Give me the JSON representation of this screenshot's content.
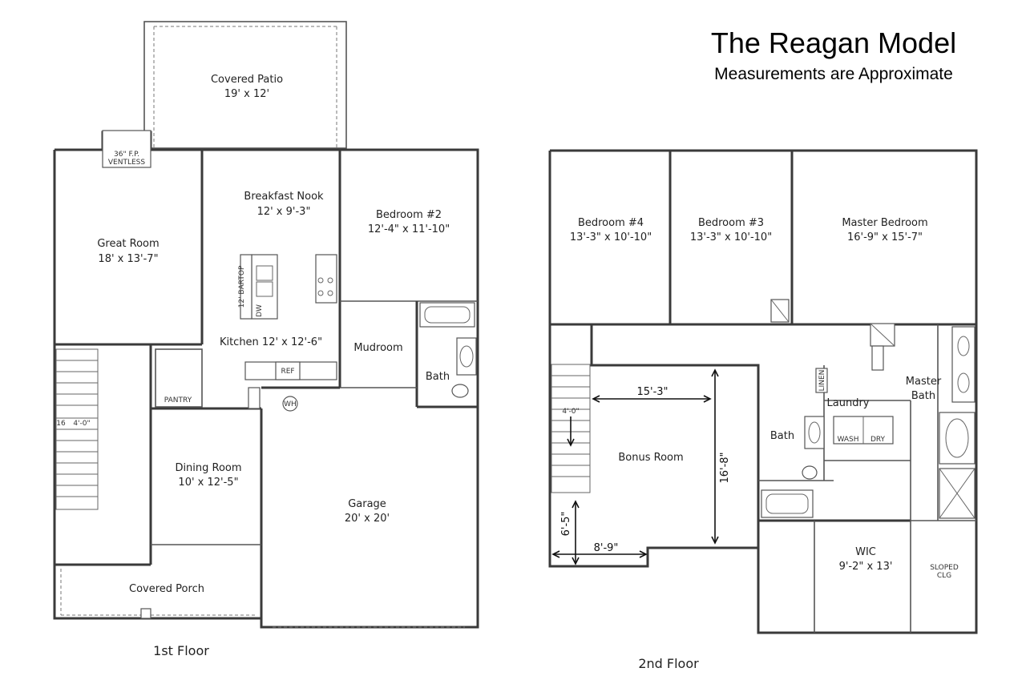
{
  "header": {
    "title": "The Reagan Model",
    "subtitle": "Measurements are Approximate"
  },
  "first_floor": {
    "floor_label": "1st Floor",
    "rooms": {
      "covered_patio": {
        "name": "Covered Patio",
        "size": "19' x 12'"
      },
      "breakfast_nook": {
        "name": "Breakfast Nook",
        "size": "12' x 9'-3\""
      },
      "bedroom2": {
        "name": "Bedroom #2",
        "size": "12'-4\" x 11'-10\""
      },
      "great_room": {
        "name": "Great Room",
        "size": "18' x 13'-7\""
      },
      "kitchen": {
        "name": "Kitchen 12' x 12'-6\""
      },
      "mudroom": {
        "name": "Mudroom"
      },
      "bath": {
        "name": "Bath"
      },
      "pantry": {
        "name": "PANTRY"
      },
      "dining_room": {
        "name": "Dining Room",
        "size": "10' x 12'-5\""
      },
      "garage": {
        "name": "Garage",
        "size": "20' x 20'"
      },
      "covered_porch": {
        "name": "Covered Porch"
      }
    },
    "fixtures": {
      "fireplace_line1": "36\" F.P.",
      "fireplace_line2": "VENTLESS",
      "bar_top": "12' BARTOP",
      "dishwasher": "DW",
      "refrigerator": "REF",
      "water_heater": "WH",
      "stair_width": "4'-0\"",
      "stair_step": "16"
    }
  },
  "second_floor": {
    "floor_label": "2nd Floor",
    "rooms": {
      "bedroom4": {
        "name": "Bedroom #4",
        "size": "13'-3\" x 10'-10\""
      },
      "bedroom3": {
        "name": "Bedroom #3",
        "size": "13'-3\" x 10'-10\""
      },
      "master_bedroom": {
        "name": "Master Bedroom",
        "size": "16'-9\" x 15'-7\""
      },
      "bonus_room": {
        "name": "Bonus Room"
      },
      "bath": {
        "name": "Bath"
      },
      "laundry": {
        "name": "Laundry"
      },
      "master_bath_line1": "Master",
      "master_bath_line2": "Bath",
      "wic": {
        "name": "WIC",
        "size": "9'-2\" x 13'"
      }
    },
    "dimensions": {
      "bonus_width": "15'-3\"",
      "bonus_depth": "16'-8\"",
      "nook_width": "8'-9\"",
      "nook_depth": "6'-5\"",
      "stair_width": "4'-0\""
    },
    "fixtures": {
      "linen": "LINEN",
      "wash": "WASH",
      "dry": "DRY",
      "sloped_line1": "SLOPED",
      "sloped_line2": "CLG"
    }
  }
}
